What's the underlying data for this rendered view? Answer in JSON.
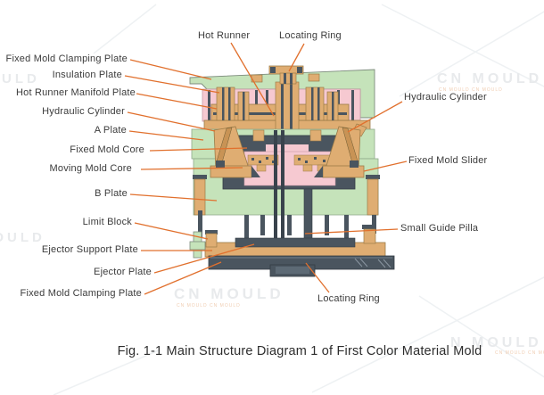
{
  "figure": {
    "caption": "Fig. 1-1 Main Structure Diagram 1 of First Color Material Mold"
  },
  "colors": {
    "leader_line": "#e1702d",
    "plate_green": "#c5e3ba",
    "plate_pink": "#f6c9d1",
    "metal_tan": "#dfad72",
    "core_slate": "#4a555f",
    "label_text": "#3b3b3b"
  },
  "labels": {
    "left": [
      {
        "text": "Fixed Mold Clamping Plate"
      },
      {
        "text": "Insulation Plate"
      },
      {
        "text": "Hot Runner Manifold Plate"
      },
      {
        "text": "Hydraulic Cylinder"
      },
      {
        "text": "A Plate"
      },
      {
        "text": "Fixed Mold Core"
      },
      {
        "text": "Moving Mold Core"
      },
      {
        "text": "B Plate"
      },
      {
        "text": "Limit Block"
      },
      {
        "text": "Ejector Support Plate"
      },
      {
        "text": "Ejector Plate"
      },
      {
        "text": "Fixed Mold Clamping Plate"
      }
    ],
    "top": [
      {
        "text": "Hot Runner"
      },
      {
        "text": "Locating Ring"
      }
    ],
    "right": [
      {
        "text": "Hydraulic Cylinder"
      },
      {
        "text": "Fixed Mold Slider"
      },
      {
        "text": "Small Guide Pilla"
      }
    ],
    "bottom": [
      {
        "text": "Locating Ring"
      }
    ]
  },
  "watermarks": [
    "CN MOULD",
    "CN MOULD",
    "N MOULD",
    "CN MOULD CN MOULD"
  ]
}
